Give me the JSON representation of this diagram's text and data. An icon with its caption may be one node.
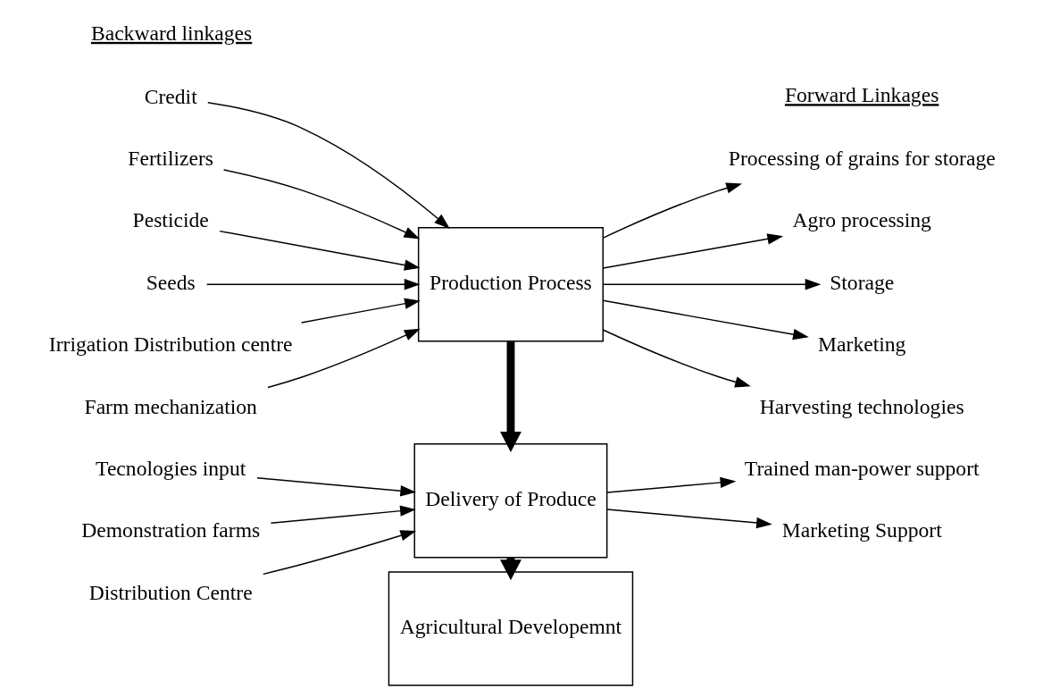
{
  "diagram": {
    "nodes": [
      {
        "text": [
          "Credit"
        ]
      },
      {
        "text": [
          "Fertilizers"
        ]
      },
      {
        "text": [
          "Pesticide"
        ]
      },
      {
        "text": [
          "Seeds"
        ]
      },
      {
        "text": [
          "Irrigation Distribution centre"
        ]
      },
      {
        "text": [
          "Farm mechanization"
        ]
      },
      {
        "text": [
          "Production Process"
        ]
      },
      {
        "text": [
          "Processing of grains for storage"
        ]
      },
      {
        "text": [
          "Agro processing"
        ]
      },
      {
        "text": [
          "Storage"
        ]
      },
      {
        "text": [
          "Marketing"
        ]
      },
      {
        "text": [
          "Harvesting technologies"
        ]
      },
      {
        "text": [
          "Tecnologies input"
        ]
      },
      {
        "text": [
          "Demonstration farms"
        ]
      },
      {
        "text": [
          "Distribution Centre"
        ]
      },
      {
        "text": [
          "Delivery of Produce"
        ]
      },
      {
        "text": [
          "Trained man-power support"
        ]
      },
      {
        "text": [
          "Marketing Support"
        ]
      },
      {
        "text": [
          "Agricultural Developemnt"
        ]
      }
    ],
    "edges": [
      {
        "from": 0,
        "to": 6,
        "arrow": "to"
      },
      {
        "from": 1,
        "to": 6,
        "arrow": "to"
      },
      {
        "from": 2,
        "to": 6,
        "arrow": "to"
      },
      {
        "from": 3,
        "to": 6,
        "arrow": "to"
      },
      {
        "from": 4,
        "to": 6,
        "arrow": "to"
      },
      {
        "from": 5,
        "to": 6,
        "arrow": "to"
      },
      {
        "from": 6,
        "to": 7,
        "arrow": "to"
      },
      {
        "from": 6,
        "to": 8,
        "arrow": "to"
      },
      {
        "from": 6,
        "to": 9,
        "arrow": "to"
      },
      {
        "from": 6,
        "to": 10,
        "arrow": "to"
      },
      {
        "from": 6,
        "to": 11,
        "arrow": "to"
      },
      {
        "from": 6,
        "to": 15,
        "arrow": "to",
        "style": "thick"
      },
      {
        "from": 12,
        "to": 15,
        "arrow": "to"
      },
      {
        "from": 13,
        "to": 15,
        "arrow": "to"
      },
      {
        "from": 14,
        "to": 15,
        "arrow": "to"
      },
      {
        "from": 15,
        "to": 16,
        "arrow": "to"
      },
      {
        "from": 15,
        "to": 17,
        "arrow": "to"
      },
      {
        "from": 15,
        "to": 18,
        "arrow": "to",
        "style": "thick"
      }
    ],
    "labels": [
      "Backward linkages",
      "Forward Linkages"
    ]
  }
}
